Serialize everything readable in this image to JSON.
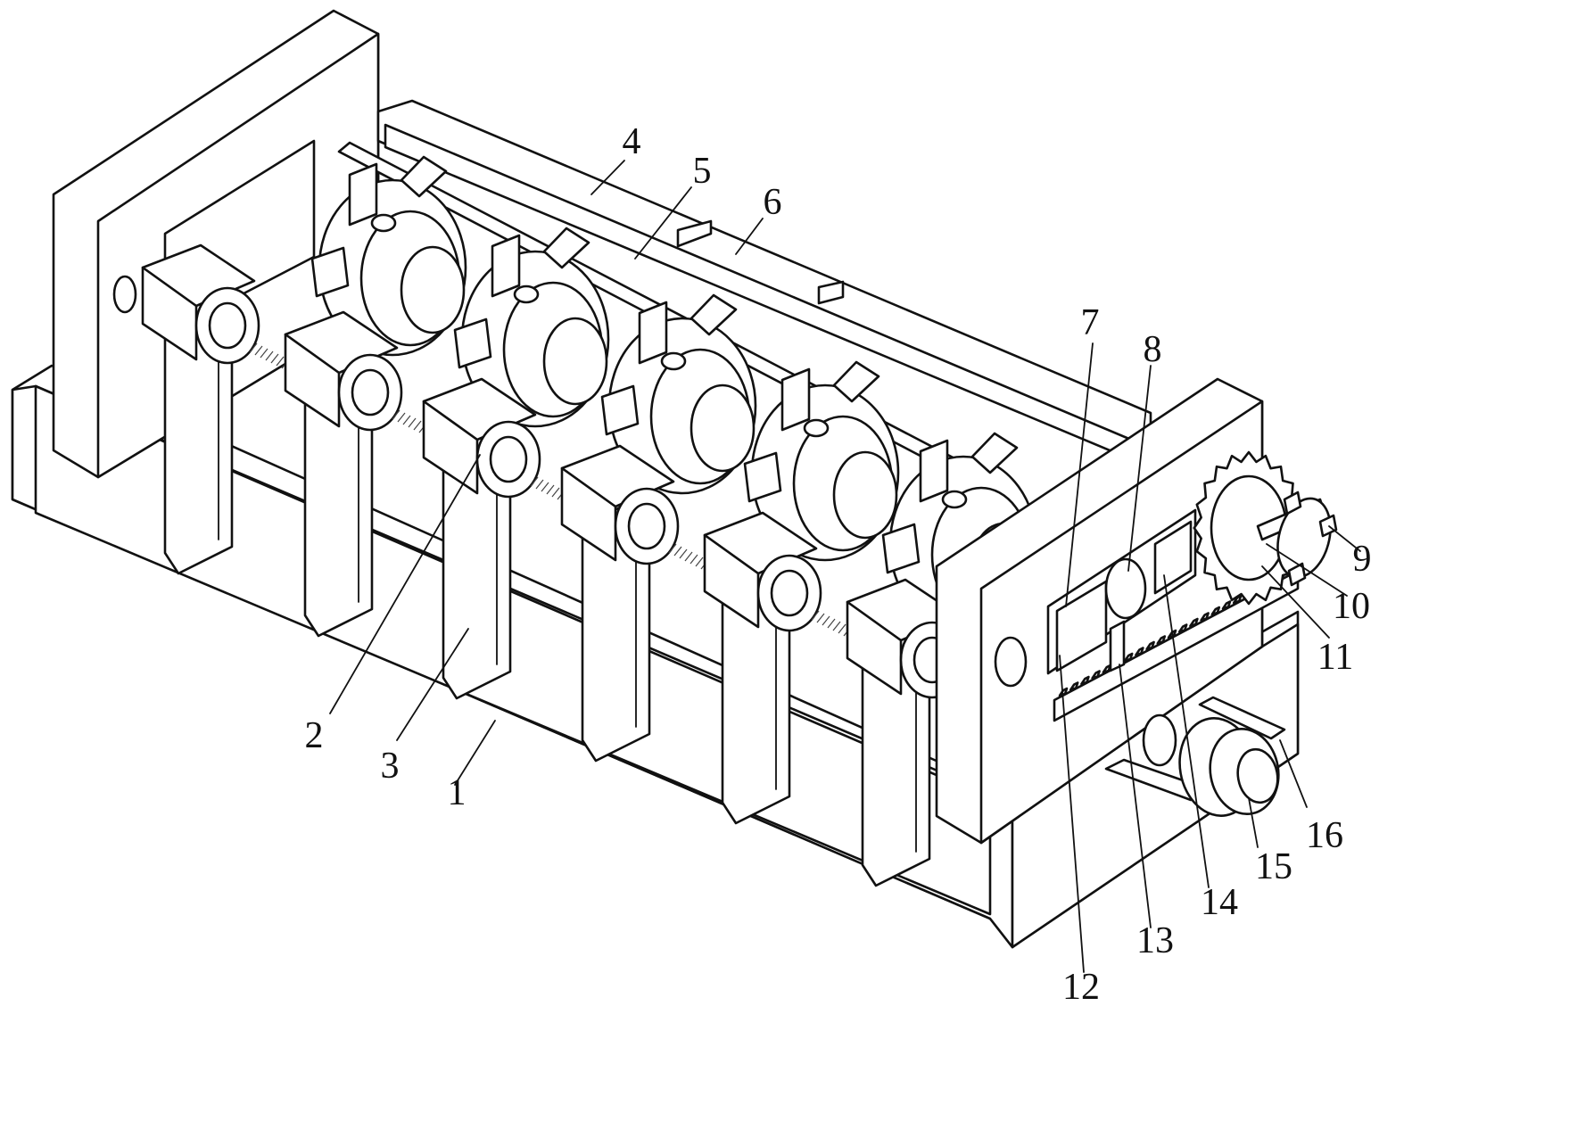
{
  "figure": {
    "labels": [
      "1",
      "2",
      "3",
      "4",
      "5",
      "6",
      "7",
      "8",
      "9",
      "10",
      "11",
      "12",
      "13",
      "14",
      "15",
      "16"
    ]
  }
}
